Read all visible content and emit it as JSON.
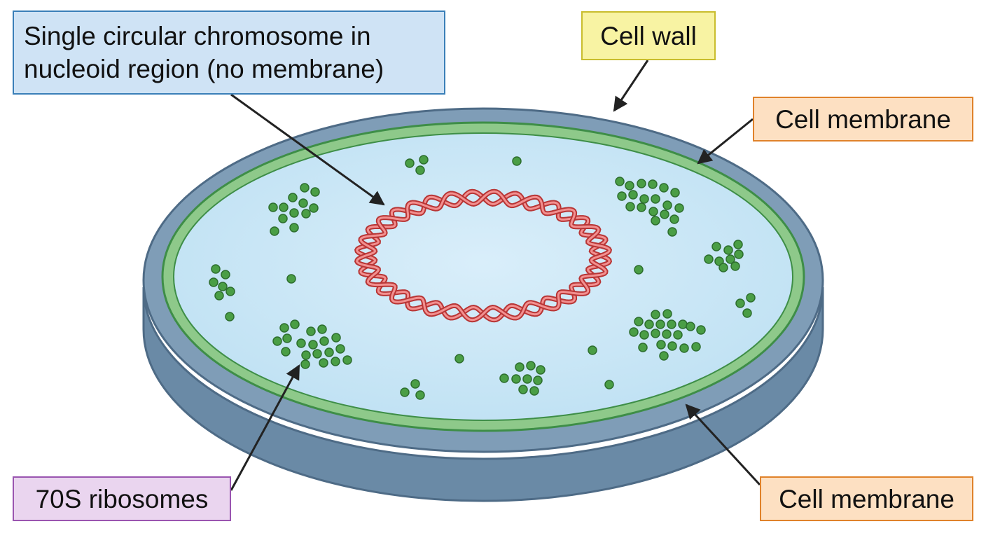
{
  "labels": {
    "chromosome": {
      "lines": [
        "Single circular chromosome in",
        "nucleoid region (no membrane)"
      ],
      "fill": "#cfe3f5",
      "border": "#3a7fb8"
    },
    "cell_wall": {
      "text": "Cell wall",
      "fill": "#f8f3a3",
      "border": "#c9bd2e"
    },
    "cell_membrane_top": {
      "text": "Cell membrane",
      "fill": "#fde0c2",
      "border": "#e0822a"
    },
    "cell_membrane_bottom": {
      "text": "Cell membrane",
      "fill": "#fde0c2",
      "border": "#e0822a"
    },
    "ribosomes": {
      "text": "70S ribosomes",
      "fill": "#ead5ef",
      "border": "#9a55b0"
    }
  },
  "colors": {
    "cell_wall": "#6a8aa6",
    "cell_wall_dark": "#4e6b86",
    "cell_membrane": "#8ec98a",
    "membrane_edge": "#3e8e47",
    "cytoplasm": "#cfe9f7",
    "chromosome": "#e25a5a",
    "chromosome_dark": "#b83535",
    "ribosome": "#4a9e45",
    "ribosome_edge": "#2d6e2e",
    "arrow": "#222222"
  },
  "icons": {
    "arrowhead": "arrowhead-icon",
    "ribosome": "ribosome-dot-icon"
  }
}
